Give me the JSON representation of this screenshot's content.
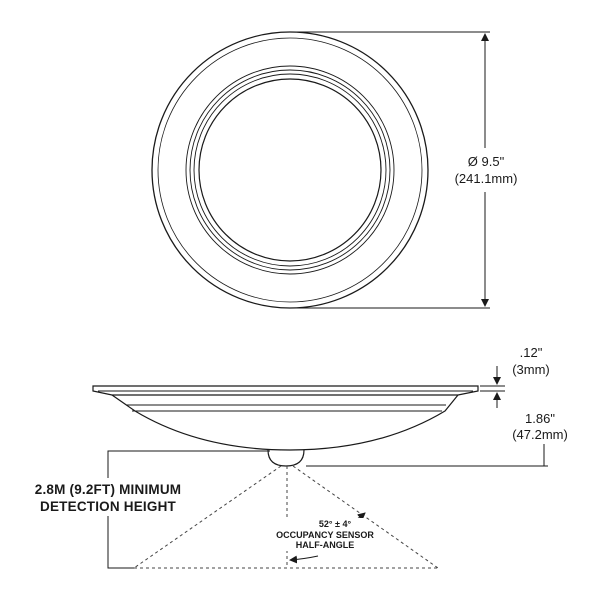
{
  "top_view": {
    "diameter_label": "Ø 9.5\"",
    "diameter_metric": "(241.1mm)"
  },
  "side_view": {
    "rim_thickness_label": ".12\"",
    "rim_thickness_metric": "(3mm)",
    "body_height_label": "1.86\"",
    "body_height_metric": "(47.2mm)"
  },
  "detection": {
    "height_line1": "2.8M (9.2FT) MINIMUM",
    "height_line2": "DETECTION HEIGHT",
    "angle_value": "52° ± 4°",
    "angle_line1": "OCCUPANCY SENSOR",
    "angle_line2": "HALF-ANGLE"
  }
}
